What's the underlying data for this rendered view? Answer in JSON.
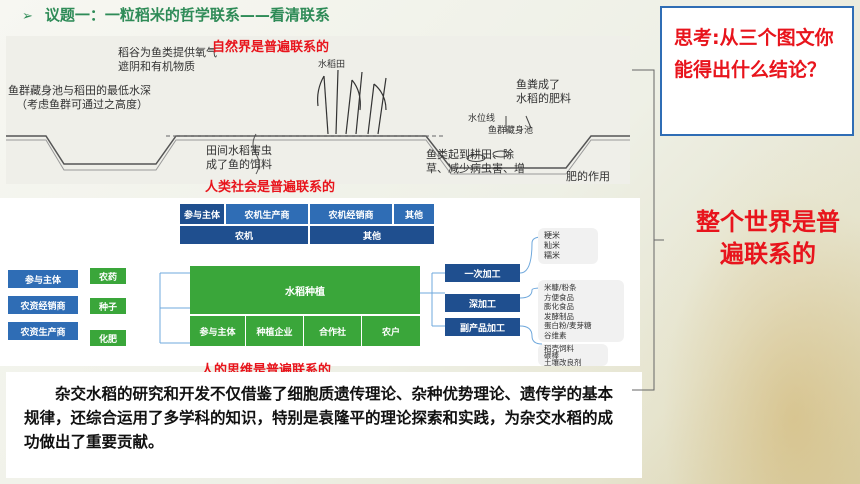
{
  "title": "议题一：一粒稻米的哲学联系——看清联系",
  "labels": {
    "nature": "自然界是普遍联系的",
    "society": "人类社会是普遍联系的",
    "thinking": "人的思维是普遍联系的"
  },
  "field_diagram": {
    "rice_supply": "稻谷为鱼类提供氧气",
    "rice_shade": "遮阴和有机物质",
    "paddy": "水稻田",
    "fish_hide": "鱼群藏身池与稻田的最低水深",
    "fish_hide_note": "（考虑鱼群可通过之高度）",
    "pests": "田间水稻害虫",
    "pests2": "成了鱼的饵料",
    "manure": "鱼粪成了",
    "manure2": "水稻的肥料",
    "water_level": "水位线",
    "fish_pool": "鱼群藏身池",
    "fish_effect": "鱼类起到耕田、除",
    "fish_effect2": "草、减少病虫害、增",
    "fish_effect3": "肥的作用"
  },
  "chain": {
    "top_row": [
      "参与主体",
      "农机生产商",
      "农机经销商",
      "其他"
    ],
    "second_row": [
      "农机",
      "其他"
    ],
    "left": [
      "参与主体",
      "农资经销商",
      "农资生产商"
    ],
    "inputs": [
      "农药",
      "种子",
      "化肥"
    ],
    "center": "水稻种植",
    "center_bottom": [
      "参与主体",
      "种植企业",
      "合作社",
      "农户"
    ],
    "processing": [
      "一次加工",
      "深加工",
      "副产品加工"
    ],
    "products_1": [
      "粳米",
      "籼米",
      "糯米"
    ],
    "products_2": [
      "米糠/粉条",
      "方便食品",
      "膨化食品",
      "发酵制品",
      "蛋白粉/麦芽糖",
      "谷维素"
    ],
    "products_3": [
      "稻壳饲料",
      "碳棒",
      "土壤改良剂"
    ]
  },
  "paragraph": "杂交水稻的研究和开发不仅借鉴了细胞质遗传理论、杂种优势理论、遗传学的基本规律，还综合运用了多学科的知识，特别是袁隆平的理论探索和实践，为杂交水稻的成功做出了重要贡献。",
  "think": "思考:从三个图文你能得出什么结论？",
  "conclusion": "整个世界是普遍联系的",
  "colors": {
    "accent_red": "#e8141c",
    "title_green": "#2e8b57",
    "navy": "#1f4f8f",
    "green": "#3aa63a"
  }
}
